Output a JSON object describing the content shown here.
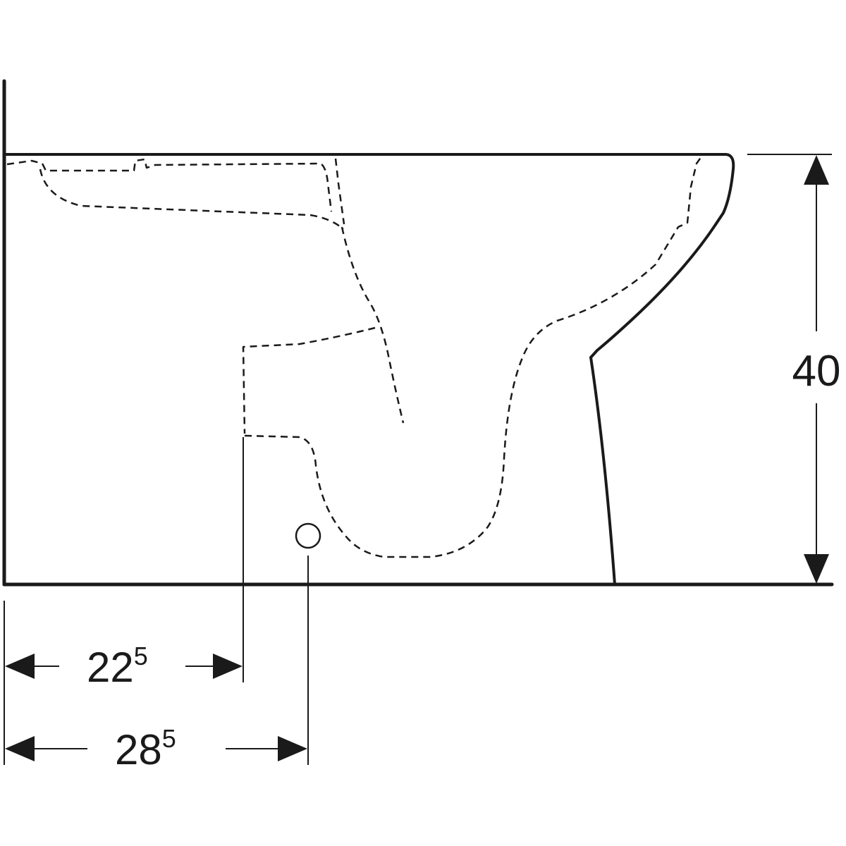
{
  "dimensions": {
    "height": {
      "value": "40"
    },
    "inlet_distance": {
      "main": "22",
      "sup": "5"
    },
    "outlet_distance": {
      "main": "28",
      "sup": "5"
    }
  }
}
